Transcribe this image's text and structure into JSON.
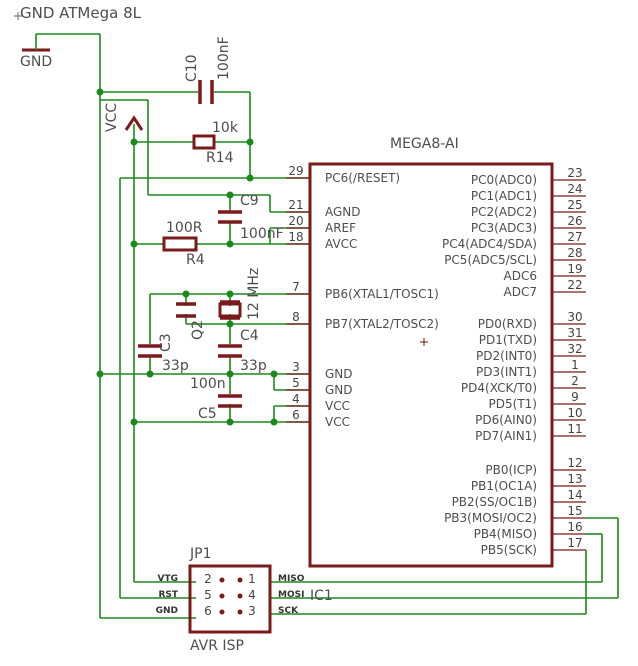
{
  "title": "GND ATMega 8L",
  "gnd_label": "GND",
  "vcc_label": "VCC",
  "mcu": {
    "name": "MEGA8-AI",
    "left_pins": [
      {
        "num": "29",
        "label": "PC6(/RESET)"
      },
      {
        "num": "21",
        "label": "AGND"
      },
      {
        "num": "20",
        "label": "AREF"
      },
      {
        "num": "18",
        "label": "AVCC"
      },
      {
        "num": "7",
        "label": "PB6(XTAL1/TOSC1)"
      },
      {
        "num": "8",
        "label": "PB7(XTAL2/TOSC2)"
      },
      {
        "num": "3",
        "label": "GND"
      },
      {
        "num": "5",
        "label": "GND"
      },
      {
        "num": "4",
        "label": "VCC"
      },
      {
        "num": "6",
        "label": "VCC"
      }
    ],
    "right_pins": [
      {
        "num": "23",
        "label": "PC0(ADC0)"
      },
      {
        "num": "24",
        "label": "PC1(ADC1)"
      },
      {
        "num": "25",
        "label": "PC2(ADC2)"
      },
      {
        "num": "26",
        "label": "PC3(ADC3)"
      },
      {
        "num": "27",
        "label": "PC4(ADC4/SDA)"
      },
      {
        "num": "28",
        "label": "PC5(ADC5/SCL)"
      },
      {
        "num": "19",
        "label": "ADC6"
      },
      {
        "num": "22",
        "label": "ADC7"
      },
      {
        "num": "30",
        "label": "PD0(RXD)"
      },
      {
        "num": "31",
        "label": "PD1(TXD)"
      },
      {
        "num": "32",
        "label": "PD2(INT0)"
      },
      {
        "num": "1",
        "label": "PD3(INT1)"
      },
      {
        "num": "2",
        "label": "PD4(XCK/T0)"
      },
      {
        "num": "9",
        "label": "PD5(T1)"
      },
      {
        "num": "10",
        "label": "PD6(AIN0)"
      },
      {
        "num": "11",
        "label": "PD7(AIN1)"
      },
      {
        "num": "12",
        "label": "PB0(ICP)"
      },
      {
        "num": "13",
        "label": "PB1(OC1A)"
      },
      {
        "num": "14",
        "label": "PB2(SS/OC1B)"
      },
      {
        "num": "15",
        "label": "PB3(MOSI/OC2)"
      },
      {
        "num": "16",
        "label": "PB4(MISO)"
      },
      {
        "num": "17",
        "label": "PB5(SCK)"
      }
    ]
  },
  "components": {
    "c10": {
      "name": "C10",
      "value": "100nF"
    },
    "r14": {
      "name": "R14",
      "value": "10k"
    },
    "c9": {
      "name": "C9",
      "value": "100nF"
    },
    "r4": {
      "name": "R4",
      "value": "100R"
    },
    "q2": {
      "name": "Q2",
      "value": "12 MHz"
    },
    "c4": {
      "name": "C4",
      "value": "33p"
    },
    "c3": {
      "name": "C3",
      "value": "33p"
    },
    "c5": {
      "name": "C5",
      "value": "100n"
    }
  },
  "isp": {
    "name": "JP1",
    "caption": "AVR ISP",
    "left_signals": [
      "VTG",
      "RST",
      "GND"
    ],
    "right_signals": [
      "MISO",
      "MOSI",
      "SCK"
    ],
    "left_pins": [
      "2",
      "5",
      "6"
    ],
    "right_pins": [
      "1",
      "4",
      "3"
    ],
    "ic_ref": "IC1"
  }
}
